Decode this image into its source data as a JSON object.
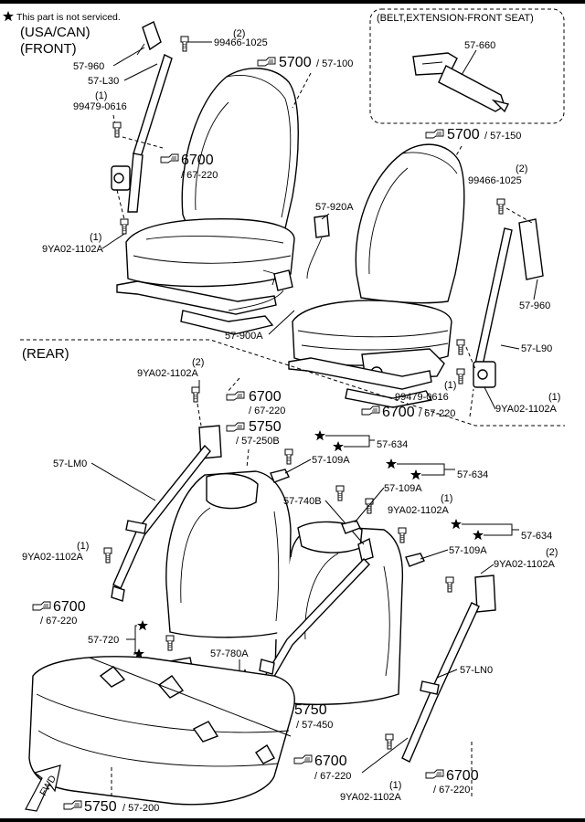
{
  "header": {
    "note": "This part is not serviced.",
    "region": "(USA/CAN)",
    "position": "(FRONT)",
    "rear_section": "(REAR)",
    "inset_title": "(BELT,EXTENSION-FRONT SEAT)"
  },
  "callouts": {
    "c1": {
      "num": "(2)",
      "part": "99466-1025"
    },
    "c2": {
      "part": "57-960"
    },
    "c3": {
      "part": "57-L30"
    },
    "c4": {
      "num": "(1)",
      "part": "99479-0616"
    },
    "c5": {
      "num": "(1)",
      "part": "9YA02-1102A"
    },
    "c6": {
      "part": "57-660"
    },
    "c7": {
      "part": "57-920A"
    },
    "c8": {
      "part": "57-900A"
    },
    "c9": {
      "num": "(2)",
      "part": "99466-1025"
    },
    "c10": {
      "part": "57-960"
    },
    "c11": {
      "part": "57-L90"
    },
    "c12": {
      "num": "(1)",
      "part": "99479-0616"
    },
    "c13": {
      "num": "(1)",
      "part": "9YA02-1102A"
    },
    "c14": {
      "num": "(2)",
      "part": "9YA02-1102A"
    },
    "c15": {
      "part": "57-LM0"
    },
    "c16": {
      "num": "(1)",
      "part": "9YA02-1102A"
    },
    "c17": {
      "part": "57-634"
    },
    "c18": {
      "part": "57-109A"
    },
    "c19": {
      "part": "57-634"
    },
    "c20": {
      "part": "57-109A"
    },
    "c21": {
      "num": "(1)",
      "part": "9YA02-1102A"
    },
    "c22": {
      "part": "57-740B"
    },
    "c23": {
      "part": "57-634"
    },
    "c24": {
      "part": "57-109A"
    },
    "c25": {
      "num": "(2)",
      "part": "9YA02-1102A"
    },
    "c26": {
      "part": "57-720"
    },
    "c27": {
      "part": "57-780A"
    },
    "c28": {
      "part": "57-LN0"
    },
    "c29": {
      "num": "(1)",
      "part": "9YA02-1102A"
    }
  },
  "refs": [
    {
      "main": "5700",
      "sub": "/ 57-100"
    },
    {
      "main": "6700",
      "sub": "/ 67-220"
    },
    {
      "main": "5700",
      "sub": "/ 57-150"
    },
    {
      "main": "6700",
      "sub": "/ 67-220"
    },
    {
      "main": "6700",
      "sub": "/ 67-220"
    },
    {
      "main": "5750",
      "sub": "/ 57-250B"
    },
    {
      "main": "6700",
      "sub": "/ 67-220"
    },
    {
      "main": "5750",
      "sub": "/ 57-450"
    },
    {
      "main": "6700",
      "sub": "/ 67-220"
    },
    {
      "main": "6700",
      "sub": "/ 67-220"
    },
    {
      "main": "5750",
      "sub": "/ 57-200"
    }
  ],
  "fwd_label": "FWD"
}
